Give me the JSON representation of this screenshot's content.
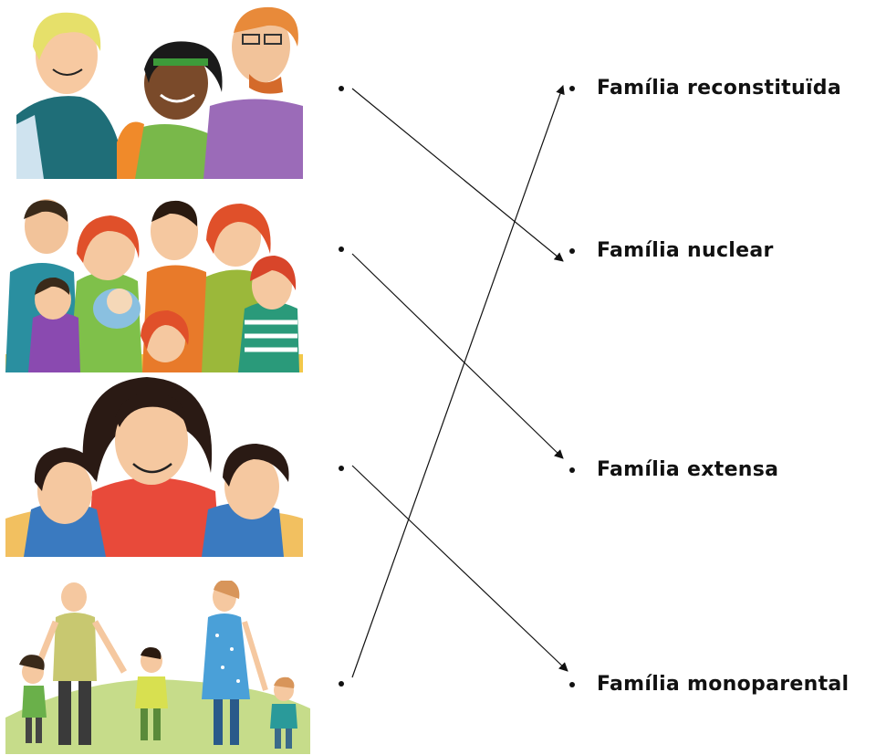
{
  "labels": [
    "Família reconstituïda",
    "Família nuclear",
    "Família extensa",
    "Família monoparental"
  ],
  "illustrations": [
    "three-people-friends",
    "large-family-group",
    "mother-with-two-sons",
    "family-walking-outdoors"
  ],
  "matches": [
    {
      "from": 1,
      "to": 2
    },
    {
      "from": 2,
      "to": 3
    },
    {
      "from": 3,
      "to": 4
    },
    {
      "from": 4,
      "to": 1
    }
  ]
}
